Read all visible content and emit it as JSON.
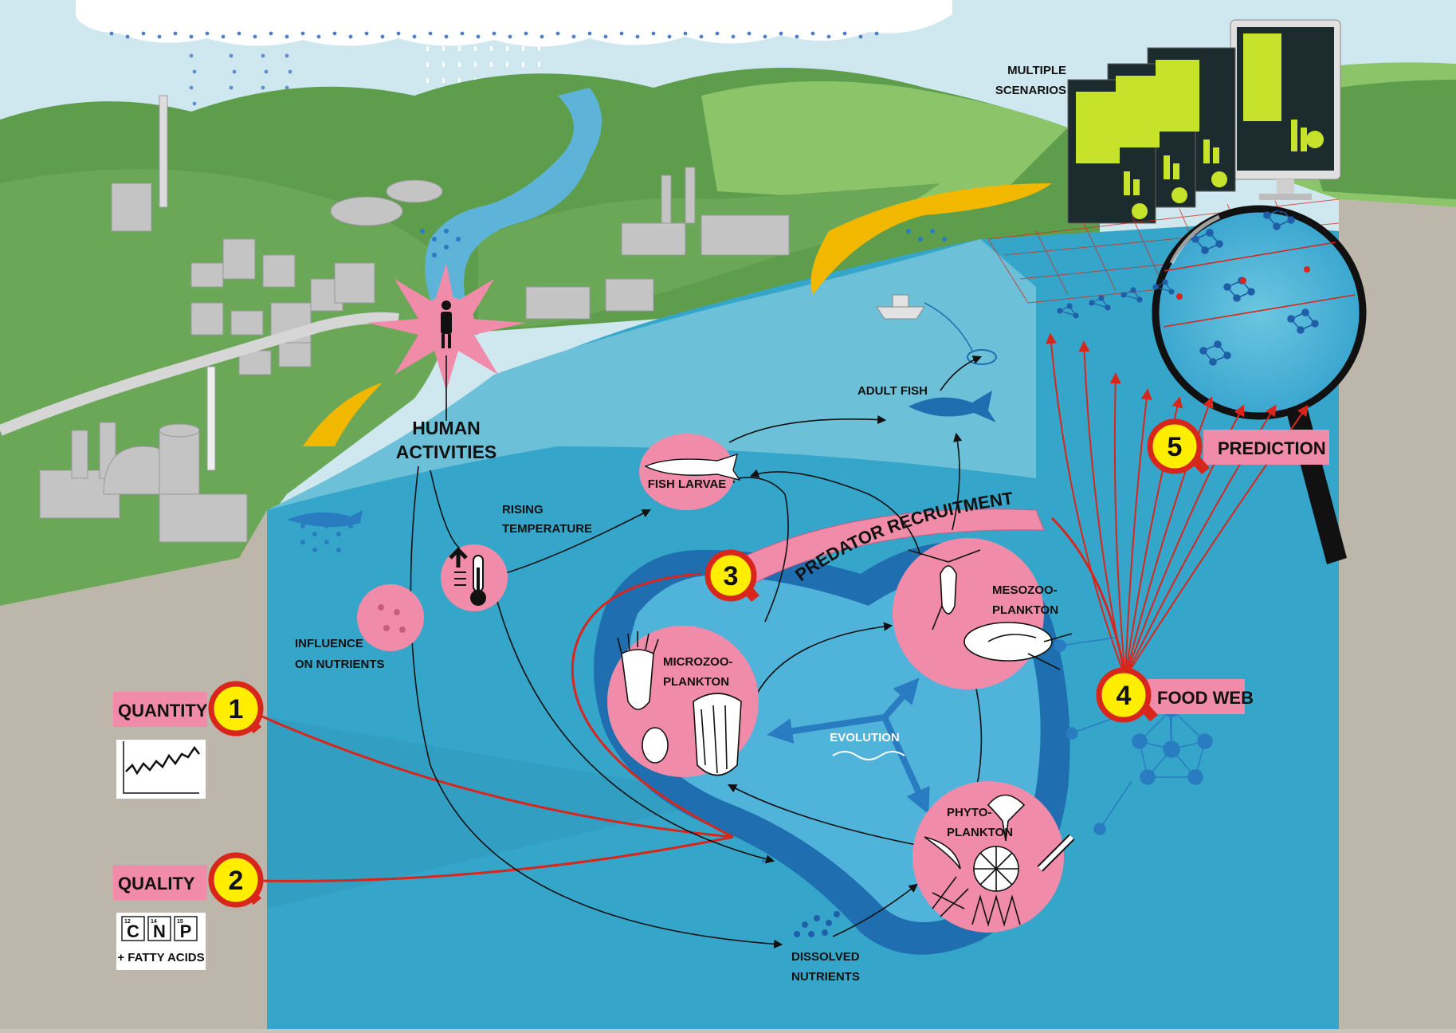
{
  "labels": {
    "human_activities": [
      "HUMAN",
      "ACTIVITIES"
    ],
    "rising_temperature": [
      "RISING",
      "TEMPERATURE"
    ],
    "influence_on_nutrients": [
      "INFLUENCE",
      "ON NUTRIENTS"
    ],
    "fish_larvae": "FISH LARVAE",
    "adult_fish": "ADULT FISH",
    "multiple_scenarios": [
      "MULTIPLE",
      "SCENARIOS"
    ],
    "microzooplankton": [
      "MICROZOO-",
      "PLANKTON"
    ],
    "mesozooplankton": [
      "MESOZOO-",
      "PLANKTON"
    ],
    "phytoplankton": [
      "PHYTO-",
      "PLANKTON"
    ],
    "evolution": "EVOLUTION",
    "dissolved_nutrients": [
      "DISSOLVED",
      "NUTRIENTS"
    ],
    "predator_recruitment": "PREDATOR RECRUITMENT"
  },
  "markers": [
    {
      "number": "1",
      "label": "QUANTITY"
    },
    {
      "number": "2",
      "label": "QUALITY"
    },
    {
      "number": "3",
      "label": ""
    },
    {
      "number": "4",
      "label": "FOOD WEB"
    },
    {
      "number": "5",
      "label": "PREDICTION"
    }
  ],
  "quality_box": {
    "elements": [
      "C",
      "N",
      "P"
    ],
    "element_numbers": [
      "12",
      "14",
      "15"
    ],
    "note": "+ FATTY ACIDS"
  },
  "colors": {
    "sky": "#cfe7ee",
    "hill_dark": "#5e9d4c",
    "hill_light": "#8cc46a",
    "water_surface": "#6cc0d8",
    "water_deep": "#35a6c9",
    "water_ring": "#1f6fb0",
    "ground": "#bdb6aa",
    "pink": "#f08caa",
    "marker_yellow": "#ffee00",
    "marker_red": "#d8261c",
    "arrow_red": "#d8261c",
    "beach": "#f2b800",
    "screen_green": "#c6e22b",
    "building_grey": "#c4c4c4"
  }
}
